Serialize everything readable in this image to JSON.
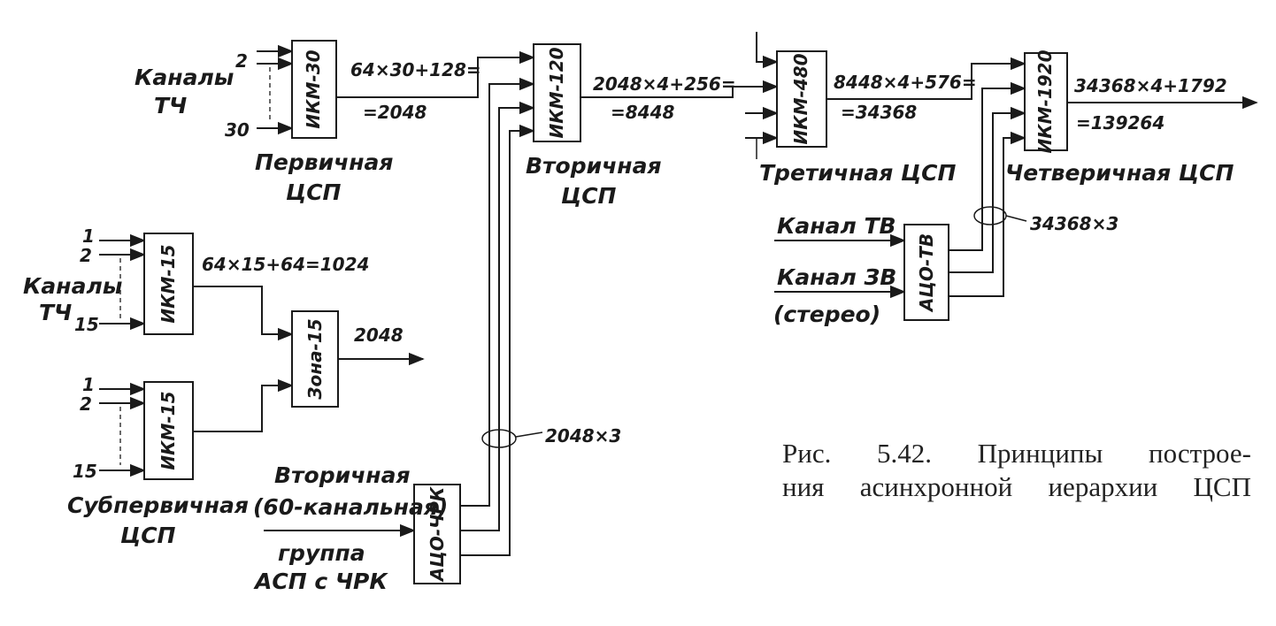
{
  "blocks": {
    "ikm30": "ИКМ-30",
    "ikm120": "ИКМ-120",
    "ikm480": "ИКМ-480",
    "ikm1920": "ИКМ-1920",
    "ikm15a": "ИКМ-15",
    "ikm15b": "ИКМ-15",
    "zona15": "Зона-15",
    "acochrk": "АЦО-ЧРК",
    "acotv": "АЦО-ТВ"
  },
  "labels": {
    "channels_tch_1": "Каналы",
    "channels_tch_1b": "ТЧ",
    "ch_2_top": "2",
    "ch_30": "30",
    "rate_primary_a": "64×30+128=",
    "rate_primary_b": "=2048",
    "primary_1": "Первичная",
    "primary_2": "ЦСП",
    "rate_secondary_a": "2048×4+256=",
    "rate_secondary_b": "=8448",
    "secondary_1": "Вторичная",
    "secondary_2": "ЦСП",
    "rate_tertiary_a": "8448×4+576=",
    "rate_tertiary_b": "=34368",
    "tertiary": "Третичная  ЦСП",
    "rate_quaternary_a": "34368×4+1792",
    "rate_quaternary_b": "=139264",
    "quaternary": "Четверичная  ЦСП",
    "channel_tv": "Канал ТВ",
    "channel_zv": "Канал ЗВ",
    "stereo": "(стерео)",
    "bundle_tv": "34368×3",
    "ch_1_a": "1",
    "ch_2_a": "2",
    "ch_15_a": "15",
    "channels_tch_2": "Каналы",
    "channels_tch_2b": "ТЧ",
    "rate_ikm15": "64×15+64=1024",
    "rate_zona": "2048",
    "ch_1_b": "1",
    "ch_2_b": "2",
    "ch_15_b": "15",
    "subprimary_1": "Субпервичная",
    "subprimary_2": "ЦСП",
    "bundle_chrk": "2048×3",
    "group_1": "Вторичная",
    "group_2": "(60-канальная)",
    "group_3": "группа",
    "group_4": "АСП с ЧРК"
  },
  "caption": {
    "line1": "Рис.  5.42.  Принципы  построе-",
    "line2": "ния асинхронной  иерархии ЦСП"
  },
  "colors": {
    "ink": "#1a1a1a",
    "paper": "#ffffff"
  }
}
